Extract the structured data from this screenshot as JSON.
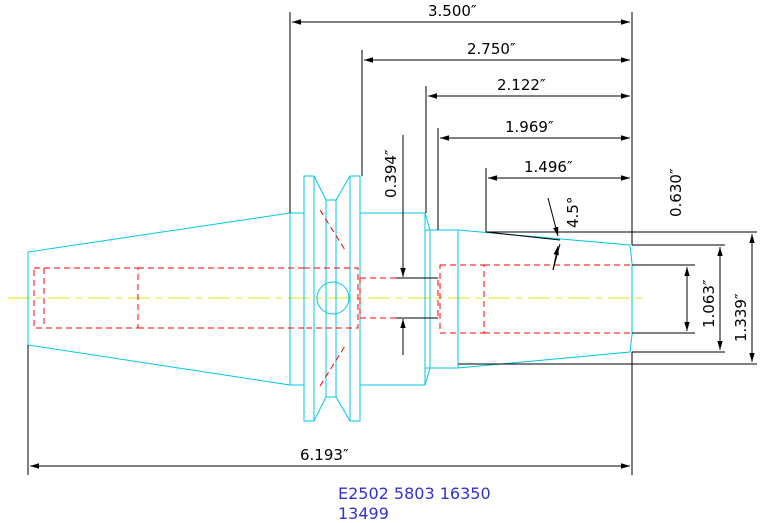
{
  "dimensions": {
    "d_3500": "3.500″",
    "d_2750": "2.750″",
    "d_2122": "2.122″",
    "d_1969": "1.969″",
    "d_1496": "1.496″",
    "d_0394": "0.394″",
    "d_0630": "0.630″",
    "d_45deg": "4.5°",
    "d_1063": "1.063″",
    "d_1339": "1.339″",
    "d_6193": "6.193″"
  },
  "part_codes": {
    "line1": "E2502  5803  16350",
    "line2": "13499"
  },
  "colors": {
    "outline": "#00c8e6",
    "hidden_lines": "#ff0000",
    "centerline": "#e6e600",
    "dimensions": "#000000",
    "part_code_text": "#3333cc"
  }
}
